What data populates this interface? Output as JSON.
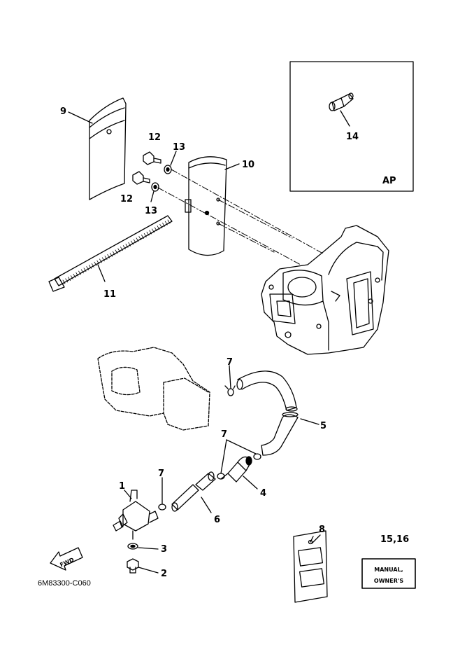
{
  "callouts": {
    "c1": "1",
    "c2": "2",
    "c3": "3",
    "c4": "4",
    "c5": "5",
    "c6": "6",
    "c7a": "7",
    "c7b": "7",
    "c7c": "7",
    "c8": "8",
    "c9": "9",
    "c10": "10",
    "c11": "11",
    "c12a": "12",
    "c12b": "12",
    "c13a": "13",
    "c13b": "13",
    "c14": "14",
    "c1516": "15,16"
  },
  "inset_label": "AP",
  "fwd_label": "FWD",
  "manual_label_line1": "MANUAL,",
  "manual_label_line2": "OWNER'S",
  "diagram_code": "6M83300-C060"
}
